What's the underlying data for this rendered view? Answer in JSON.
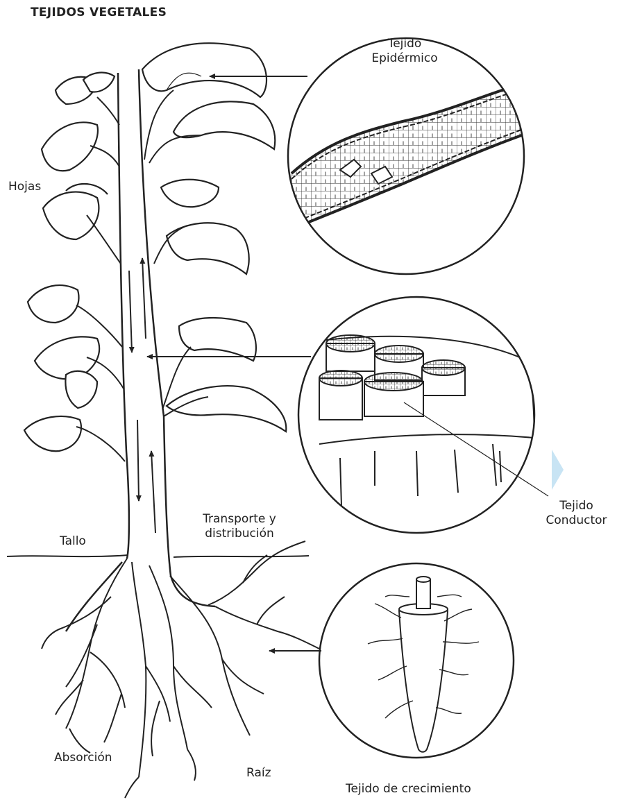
{
  "title": "TEJIDOS VEGETALES",
  "labels": {
    "epidermico_1": "Tejido",
    "epidermico_2": "Epidérmico",
    "hojas": "Hojas",
    "conductor_1": "Tejido",
    "conductor_2": "Conductor",
    "transporte_1": "Transporte y",
    "transporte_2": "distribución",
    "tallo": "Tallo",
    "absorcion": "Absorción",
    "raiz": "Raíz",
    "crecimiento": "Tejido de crecimiento"
  }
}
